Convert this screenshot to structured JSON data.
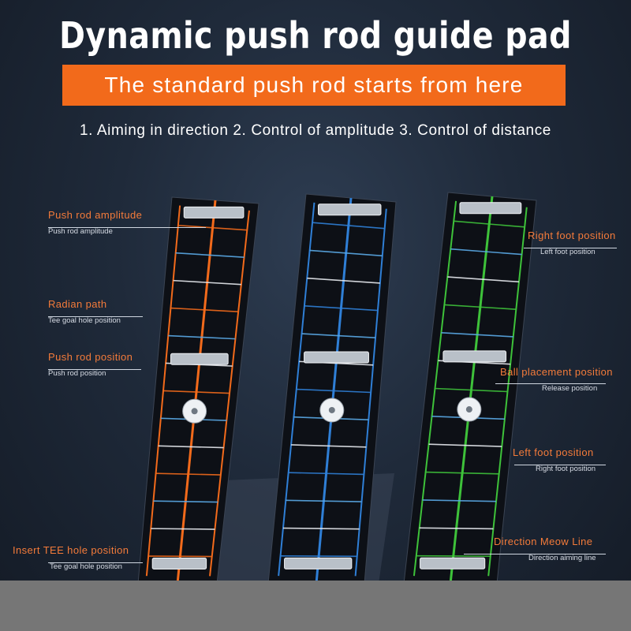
{
  "title": "Dynamic push rod guide pad",
  "banner": "The standard push rod starts from here",
  "subtitle": "1. Aiming in direction 2. Control of amplitude 3. Control of distance",
  "labels": {
    "push_rod_amplitude": {
      "main": "Push rod amplitude",
      "sub": "Push rod amplitude"
    },
    "radian_path": {
      "main": "Radian path",
      "sub": "Tee goal hole position"
    },
    "push_rod_position": {
      "main": "Push rod position",
      "sub": "Push rod position"
    },
    "insert_tee": {
      "main": "Insert TEE hole position",
      "sub": "Tee goal hole position"
    },
    "right_foot": {
      "main": "Right foot position",
      "sub": "Left foot position"
    },
    "ball_placement": {
      "main": "Ball placement position",
      "sub": "Release position"
    },
    "left_foot": {
      "main": "Left foot position",
      "sub": "Right foot position"
    },
    "direction_line": {
      "main": "Direction Meow Line",
      "sub": "Direction aiming line"
    }
  },
  "colors": {
    "accent_orange": "#f26a1b",
    "label_orange": "#f47b3a",
    "pad_blue": "#2f7fd6",
    "pad_green": "#3ec23a",
    "pad_dark": "#0d1016"
  }
}
